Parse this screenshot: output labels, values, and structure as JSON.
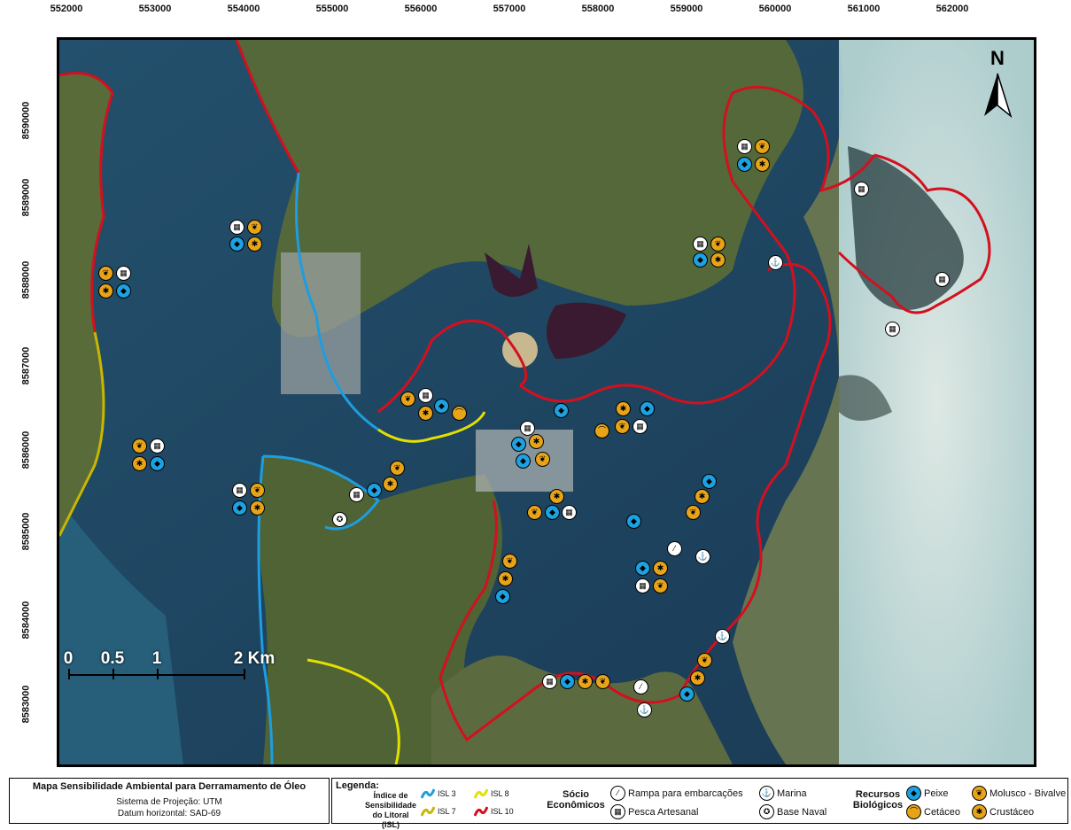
{
  "coords": {
    "top": [
      "552000",
      "553000",
      "554000",
      "555000",
      "556000",
      "557000",
      "558000",
      "559000",
      "560000",
      "561000",
      "562000"
    ],
    "left": [
      "8590000",
      "8589000",
      "8588000",
      "8587000",
      "8586000",
      "8585000",
      "8584000",
      "8583000"
    ]
  },
  "north": {
    "letter": "N"
  },
  "scale": {
    "labels": [
      "0",
      "0.5",
      "1",
      "2 Km"
    ]
  },
  "colors": {
    "water": "#1d3f57",
    "land": "#5b6a3a",
    "isl3": "#1e9de0",
    "isl7": "#c9b600",
    "isl8": "#e3e000",
    "isl10": "#d3101e",
    "fish": "#1da1e0",
    "orange": "#e8a419",
    "cloud": "#d9eef0"
  },
  "footer": {
    "title": "Mapa Sensibilidade Ambiental para Derramamento de Óleo",
    "projection": "Sistema de Projeção: UTM",
    "datum": "Datum horizontal: SAD-69"
  },
  "legend": {
    "title": "Legenda:",
    "isl_heading": "Índice de Sensibilidade do Litoral (ISL)",
    "isl3": "ISL 3",
    "isl7": "ISL 7",
    "isl8": "ISL 8",
    "isl10": "ISL 10",
    "socio_heading": "Sócio Econômicos",
    "rampa": "Rampa para embarcações",
    "pesca": "Pesca Artesanal",
    "marina": "Marina",
    "base": "Base Naval",
    "bio_heading": "Recursos Biológicos",
    "peixe": "Peixe",
    "cetaceo": "Cetáceo",
    "molusco": "Molusco - Bivalve",
    "crustaceo": "Crustáceo"
  },
  "icons": {
    "fish": "fish-icon",
    "mollusc": "mollusc-icon",
    "cetacean": "cetacean-icon",
    "crustacean": "crustacean-icon",
    "artisanal_fishing": "fishing-net-icon",
    "boat_ramp": "boat-ramp-icon",
    "marina": "anchor-icon",
    "naval_base": "naval-base-icon",
    "north_arrow": "north-arrow-icon"
  }
}
